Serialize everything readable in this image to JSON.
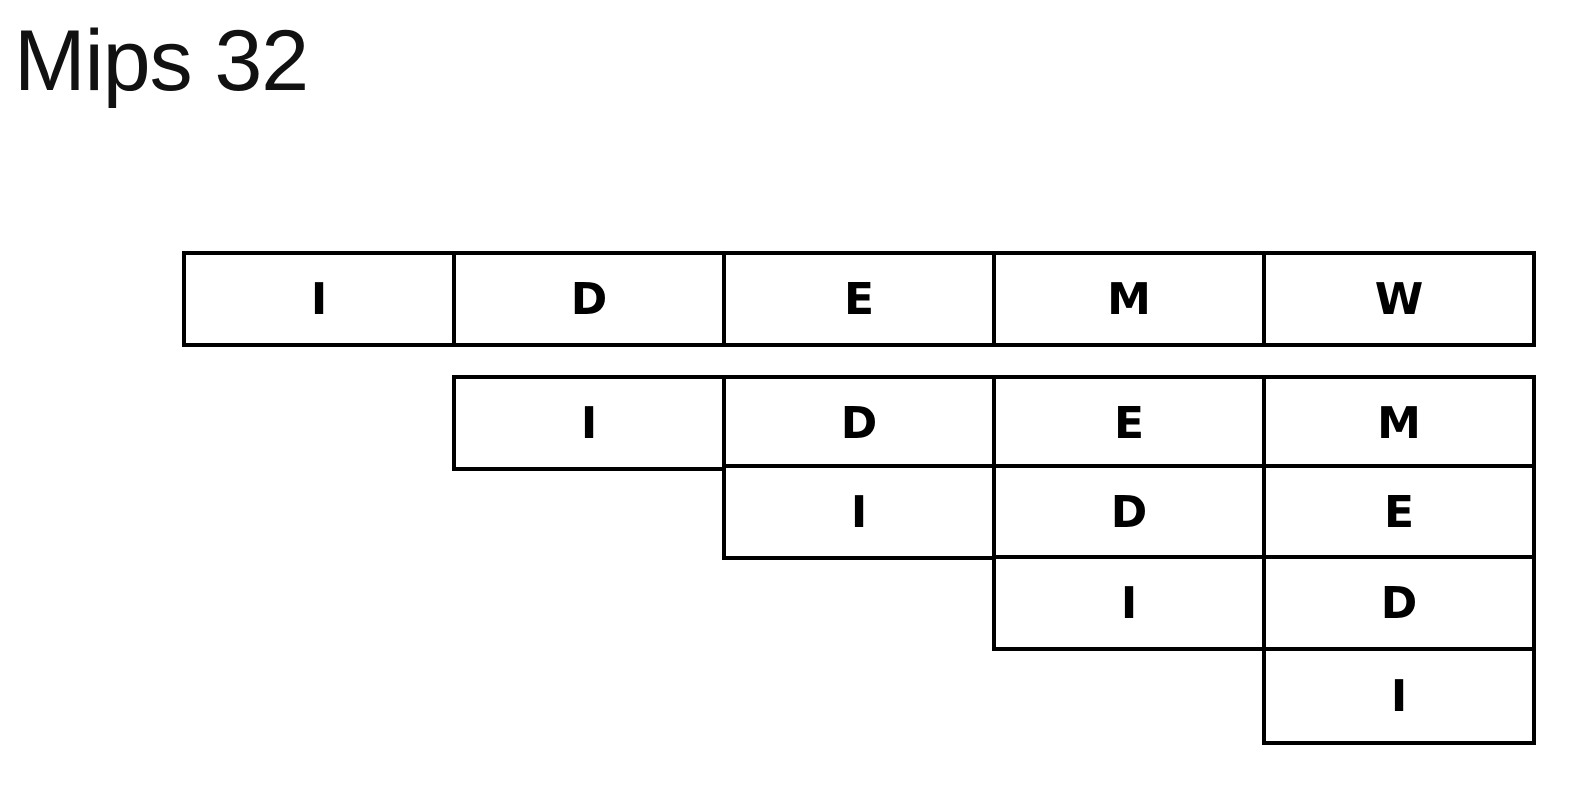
{
  "title": "Mips 32",
  "stage_color": "#000000",
  "pipeline_rows": [
    [
      "I",
      "D",
      "E",
      "M",
      "W"
    ],
    [
      "I",
      "D",
      "E",
      "M"
    ],
    [
      "I",
      "D",
      "E"
    ],
    [
      "I",
      "D"
    ],
    [
      "I"
    ]
  ]
}
